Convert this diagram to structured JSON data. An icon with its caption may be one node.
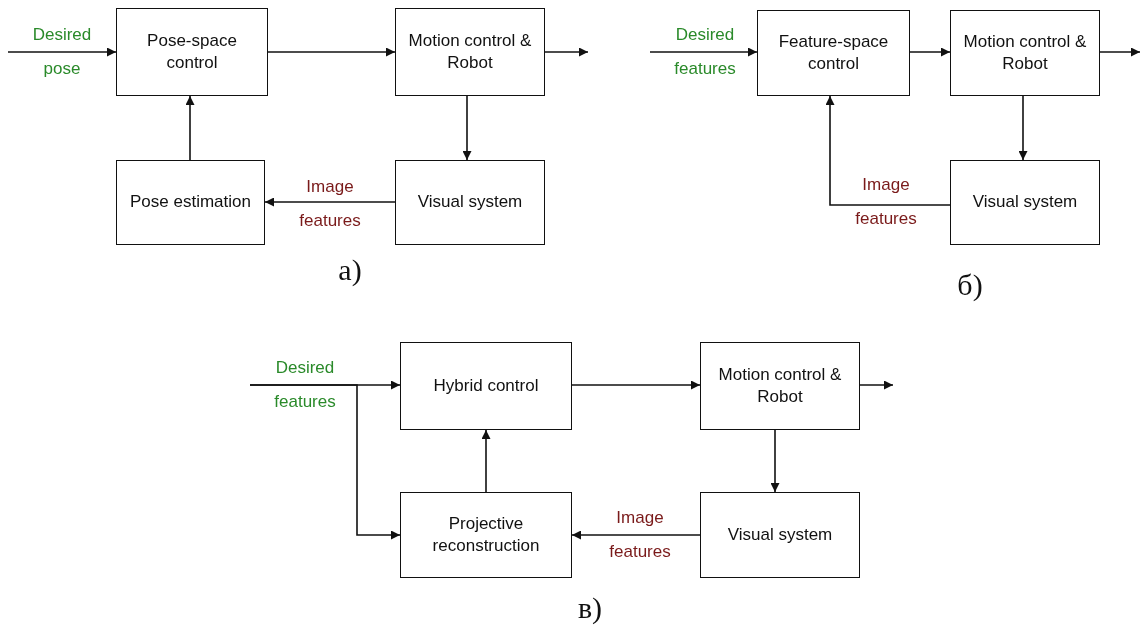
{
  "diagram": {
    "nodes": [
      {
        "text": [
          "Pose-space control"
        ]
      },
      {
        "text": [
          "Motion control & Robot"
        ]
      },
      {
        "text": [
          "Visual system"
        ]
      },
      {
        "text": [
          "Pose estimation"
        ]
      },
      {
        "text": [
          "Feature-space control"
        ]
      },
      {
        "text": [
          "Motion control & Robot"
        ]
      },
      {
        "text": [
          "Visual system"
        ]
      },
      {
        "text": [
          "Hybrid control"
        ]
      },
      {
        "text": [
          "Motion control & Robot"
        ]
      },
      {
        "text": [
          "Visual system"
        ]
      },
      {
        "text": [
          "Projective reconstruction"
        ]
      }
    ],
    "edges": [
      {
        "from": null,
        "to": 0,
        "arrow": "to",
        "label": "Desired pose"
      },
      {
        "from": 0,
        "to": 1,
        "arrow": "to"
      },
      {
        "from": 1,
        "to": null,
        "arrow": "to"
      },
      {
        "from": 1,
        "to": 2,
        "arrow": "to"
      },
      {
        "from": 2,
        "to": 3,
        "arrow": "to",
        "label": "Image features"
      },
      {
        "from": 3,
        "to": 0,
        "arrow": "to"
      },
      {
        "from": null,
        "to": 4,
        "arrow": "to",
        "label": "Desired features"
      },
      {
        "from": 4,
        "to": 5,
        "arrow": "to"
      },
      {
        "from": 5,
        "to": null,
        "arrow": "to"
      },
      {
        "from": 5,
        "to": 6,
        "arrow": "to"
      },
      {
        "from": 6,
        "to": 4,
        "arrow": "to",
        "label": "Image features"
      },
      {
        "from": null,
        "to": 7,
        "arrow": "to",
        "label": "Desired features"
      },
      {
        "from": null,
        "to": 10,
        "arrow": "to"
      },
      {
        "from": 7,
        "to": 8,
        "arrow": "to"
      },
      {
        "from": 8,
        "to": null,
        "arrow": "to"
      },
      {
        "from": 8,
        "to": 9,
        "arrow": "to"
      },
      {
        "from": 9,
        "to": 10,
        "arrow": "to",
        "label": "Image features"
      },
      {
        "from": 10,
        "to": 7,
        "arrow": "to"
      }
    ],
    "labels": [
      "a)",
      "б)",
      "в)"
    ]
  }
}
